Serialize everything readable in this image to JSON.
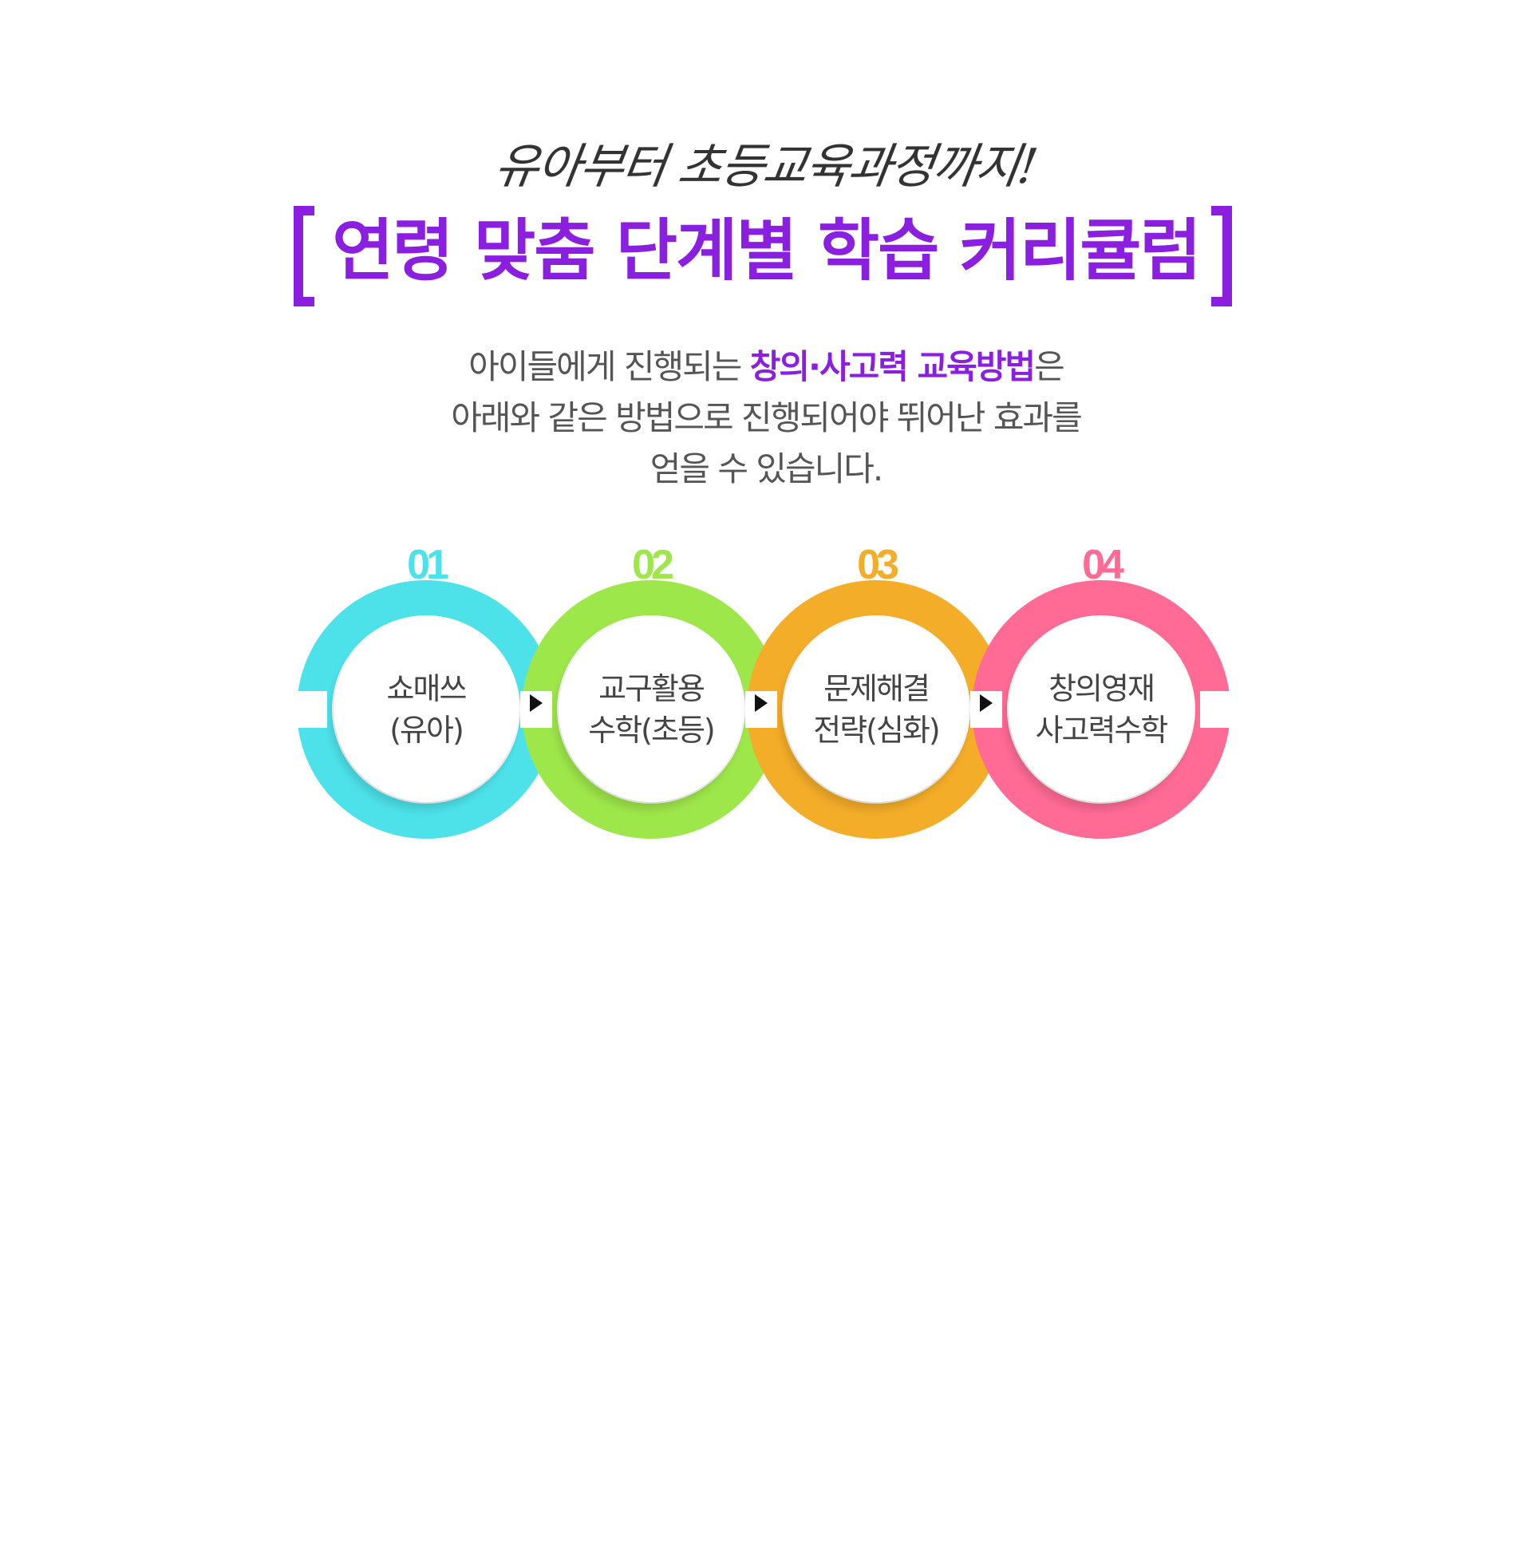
{
  "header": {
    "script_line": "유아부터 초등교육과정까지!",
    "title": "연령 맞춤 단계별 학습 커리큘럼"
  },
  "description": {
    "line1_before": "아이들에게 진행되는 ",
    "line1_highlight": "창의·사고력 교육방법",
    "line1_after": "은",
    "line2": "아래와 같은 방법으로 진행되어야 뛰어난 효과를",
    "line3": "얻을 수 있습니다."
  },
  "stages": [
    {
      "number": "01",
      "line1": "쇼매쓰",
      "line2": "(유아)",
      "color": "#4de2ea"
    },
    {
      "number": "02",
      "line1": "교구활용",
      "line2": "수학(초등)",
      "color": "#9ee74a"
    },
    {
      "number": "03",
      "line1": "문제해결",
      "line2": "전략(심화)",
      "color": "#f4ad28"
    },
    {
      "number": "04",
      "line1": "창의영재",
      "line2": "사고력수학",
      "color": "#ff6b95"
    }
  ],
  "icons": {
    "stage_arrow": "triangle-right-icon"
  }
}
